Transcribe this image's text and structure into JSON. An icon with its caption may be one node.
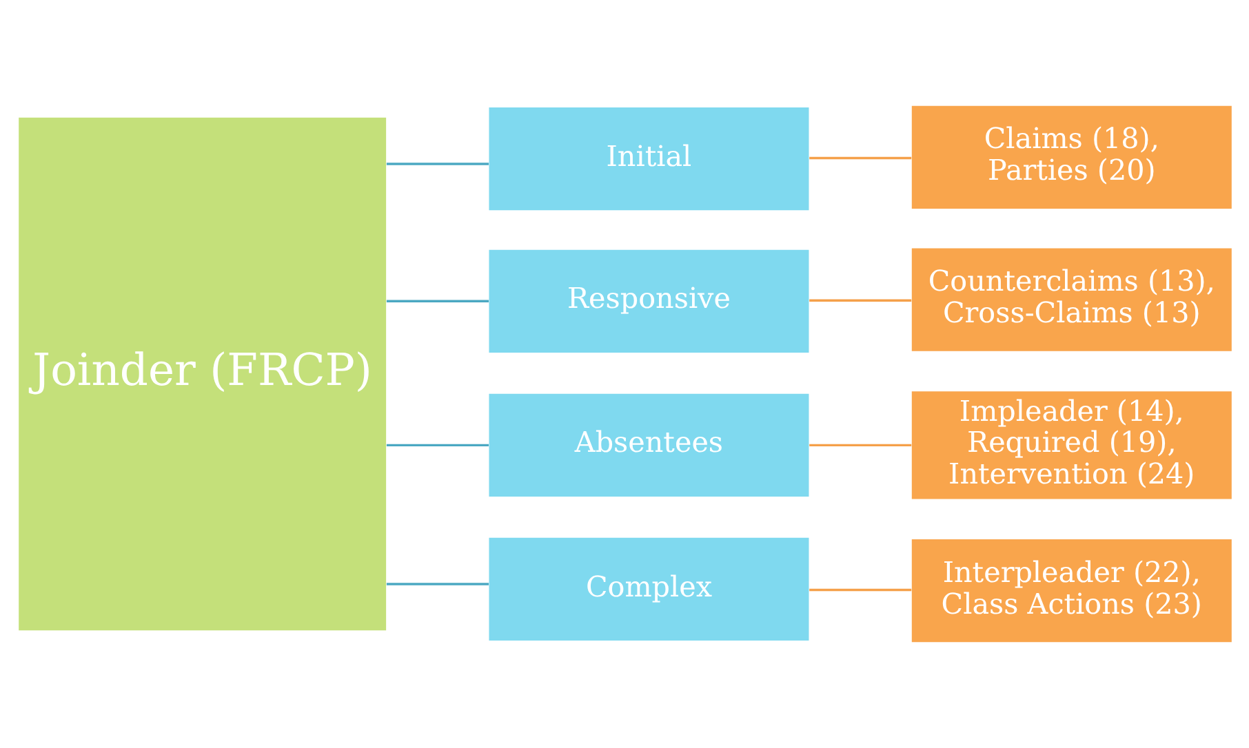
{
  "diagram": {
    "nodes": [
      {
        "text": [
          "Joinder (FRCP)"
        ]
      },
      {
        "text": [
          "Initial"
        ]
      },
      {
        "text": [
          "Responsive"
        ]
      },
      {
        "text": [
          "Absentees"
        ]
      },
      {
        "text": [
          "Complex"
        ]
      },
      {
        "text": [
          "Claims (18), Parties (20)"
        ]
      },
      {
        "text": [
          "Counterclaims (13), Cross-Claims (13)"
        ]
      },
      {
        "text": [
          "Impleader (14), Required (19), Intervention (24)"
        ]
      },
      {
        "text": [
          "Interpleader (22), Class Actions (23)"
        ]
      }
    ],
    "edges": [
      {
        "from": 0,
        "to": 1,
        "arrow": "none"
      },
      {
        "from": 0,
        "to": 2,
        "arrow": "none"
      },
      {
        "from": 0,
        "to": 3,
        "arrow": "none"
      },
      {
        "from": 0,
        "to": 4,
        "arrow": "none"
      },
      {
        "from": 1,
        "to": 5,
        "arrow": "none",
        "color": "#f5a04a"
      },
      {
        "from": 2,
        "to": 6,
        "arrow": "none",
        "color": "#f5a04a"
      },
      {
        "from": 3,
        "to": 7,
        "arrow": "none",
        "color": "#f5a04a"
      },
      {
        "from": 4,
        "to": 8,
        "arrow": "none",
        "color": "#f5a04a"
      }
    ]
  }
}
